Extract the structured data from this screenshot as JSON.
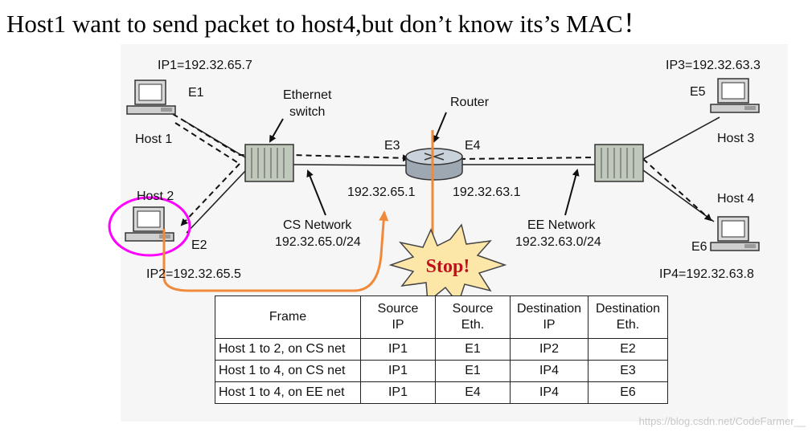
{
  "title": "Host1 want to send packet to host4,but don’t know its’s MAC！",
  "hosts": {
    "host1": {
      "name": "Host 1",
      "ip": "IP1=192.32.65.7",
      "eth": "E1"
    },
    "host2": {
      "name": "Host 2",
      "ip": "IP2=192.32.65.5",
      "eth": "E2"
    },
    "host3": {
      "name": "Host 3",
      "ip": "IP3=192.32.63.3",
      "eth": "E5"
    },
    "host4": {
      "name": "Host 4",
      "ip": "IP4=192.32.63.8",
      "eth": "E6"
    }
  },
  "switch_label_line1": "Ethernet",
  "switch_label_line2": "switch",
  "router": {
    "name": "Router",
    "port_left": "E3",
    "port_right": "E4",
    "ip_left": "192.32.65.1",
    "ip_right": "192.32.63.1"
  },
  "cs_network": {
    "name": "CS Network",
    "subnet": "192.32.65.0/24"
  },
  "ee_network": {
    "name": "EE Network",
    "subnet": "192.32.63.0/24"
  },
  "stop_label": "Stop!",
  "colors": {
    "arrow": "#f08a3a",
    "highlight": "#ff00ff",
    "stop_fill": "#fde7a8",
    "stop_text": "#c0101e"
  },
  "table": {
    "headers": [
      {
        "line1": "Frame",
        "line2": ""
      },
      {
        "line1": "Source",
        "line2": "IP"
      },
      {
        "line1": "Source",
        "line2": "Eth."
      },
      {
        "line1": "Destination",
        "line2": "IP"
      },
      {
        "line1": "Destination",
        "line2": "Eth."
      }
    ],
    "rows": [
      [
        "Host 1 to 2, on CS net",
        "IP1",
        "E1",
        "IP2",
        "E2"
      ],
      [
        "Host 1 to 4, on CS net",
        "IP1",
        "E1",
        "IP4",
        "E3"
      ],
      [
        "Host 1 to 4, on EE net",
        "IP1",
        "E4",
        "IP4",
        "E6"
      ]
    ]
  },
  "watermark": "https://blog.csdn.net/CodeFarmer__"
}
